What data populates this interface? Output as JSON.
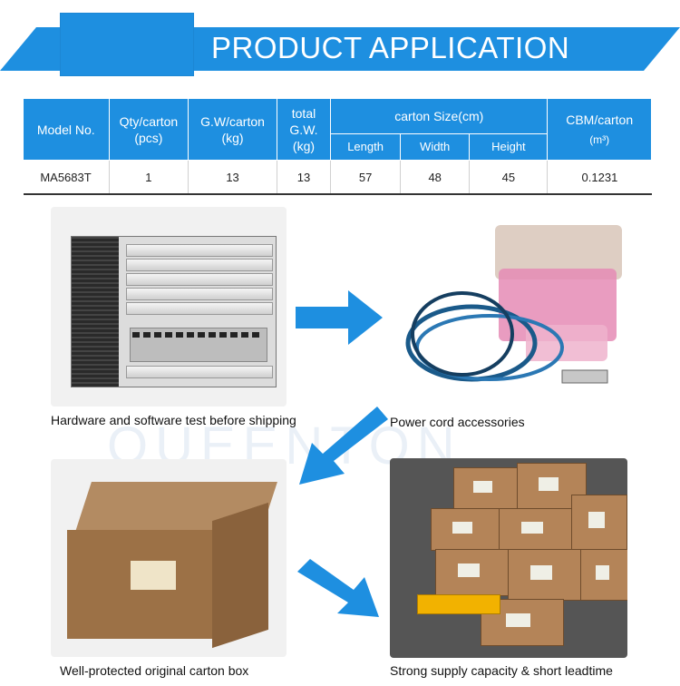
{
  "banner": {
    "title": "PRODUCT APPLICATION"
  },
  "table": {
    "headers": {
      "model": "Model No.",
      "qty": "Qty/carton (pcs)",
      "gw": "G.W/carton (kg)",
      "total_gw": "total G.W. (kg)",
      "carton_size": "carton Size(cm)",
      "length": "Length",
      "width": "Width",
      "height": "Height",
      "cbm": "CBM/carton",
      "cbm_unit": "(m³)"
    },
    "row": {
      "model": "MA5683T",
      "qty": "1",
      "gw": "13",
      "total_gw": "13",
      "length": "57",
      "width": "48",
      "height": "45",
      "cbm": "0.1231"
    }
  },
  "captions": {
    "test": "Hardware and software test before shipping",
    "accessories": "Power cord accessories",
    "carton": "Well-protected original carton box",
    "supply": "Strong supply capacity & short leadtime"
  },
  "watermark": "QUEENTON",
  "colors": {
    "accent": "#1e8fe0"
  }
}
